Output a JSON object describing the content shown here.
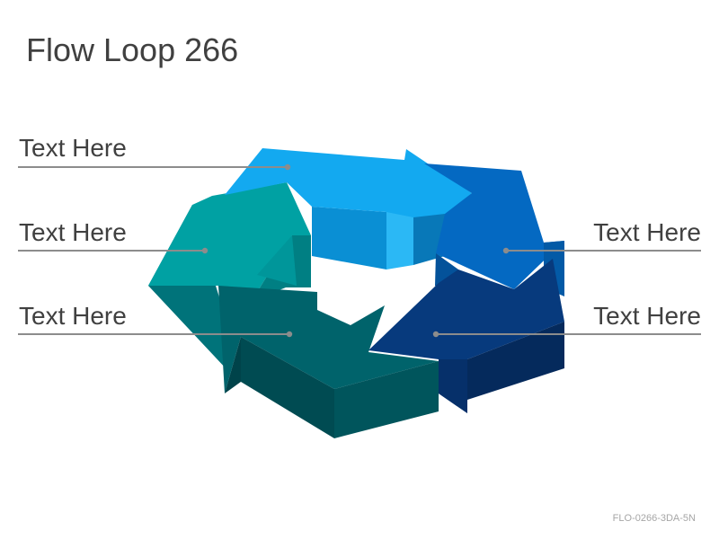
{
  "title": "Flow Loop 266",
  "footer_code": "FLO-0266-3DA-5N",
  "labels": {
    "left_top": "Text Here",
    "left_middle": "Text Here",
    "left_bottom": "Text Here",
    "right_middle": "Text Here",
    "right_bottom": "Text Here"
  },
  "colors": {
    "title_text": "#404040",
    "label_text": "#404040",
    "leader_line": "#8c8c8c",
    "footer_text": "#a6a6a6",
    "arrow_light_blue": "#13a9f0",
    "arrow_medium_blue": "#0469c2",
    "arrow_navy": "#073a7d",
    "arrow_dark_teal": "#00636b",
    "arrow_teal": "#00a1a3"
  }
}
